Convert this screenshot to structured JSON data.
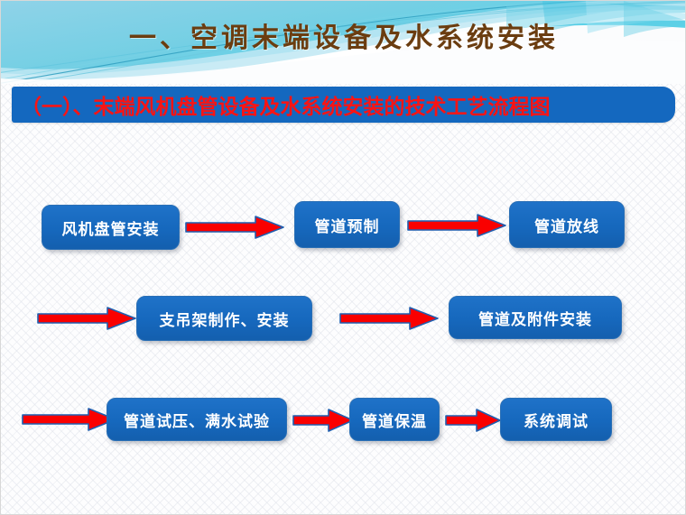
{
  "slide": {
    "title": "一、空调末端设备及水系统安装",
    "subtitle": "（一）、末端风机盘管设备及水系统安装的技术工艺流程图",
    "title_color": "#6b3d10",
    "subtitle_color": "#fa1414",
    "banner_color": "#1468bf",
    "node_color": "#1668bd",
    "arrow_fill": "#fa0000",
    "arrow_outline": "#1f5fb0",
    "header_gradient_from": "#8fd3e8",
    "header_gradient_to": "#57d4ea"
  },
  "flowchart": {
    "type": "process-flow",
    "rows": [
      {
        "row": 1,
        "items": [
          {
            "kind": "node",
            "label": "风机盘管安装"
          },
          {
            "kind": "arrow",
            "label": "arrow-right"
          },
          {
            "kind": "node",
            "label": "管道预制"
          },
          {
            "kind": "arrow",
            "label": "arrow-right"
          },
          {
            "kind": "node",
            "label": "管道放线"
          }
        ]
      },
      {
        "row": 2,
        "items": [
          {
            "kind": "arrow",
            "label": "arrow-right"
          },
          {
            "kind": "node",
            "label": "支吊架制作、安装"
          },
          {
            "kind": "arrow",
            "label": "arrow-right"
          },
          {
            "kind": "node",
            "label": "管道及附件安装"
          }
        ]
      },
      {
        "row": 3,
        "items": [
          {
            "kind": "arrow",
            "label": "arrow-right"
          },
          {
            "kind": "node",
            "label": "管道试压、满水试验"
          },
          {
            "kind": "arrow",
            "label": "arrow-right"
          },
          {
            "kind": "node",
            "label": "管道保温"
          },
          {
            "kind": "arrow",
            "label": "arrow-right"
          },
          {
            "kind": "node",
            "label": "系统调试"
          }
        ]
      }
    ],
    "nodes": [
      "风机盘管安装",
      "管道预制",
      "管道放线",
      "支吊架制作、安装",
      "管道及附件安装",
      "管道试压、满水试验",
      "管道保温",
      "系统调试"
    ]
  }
}
